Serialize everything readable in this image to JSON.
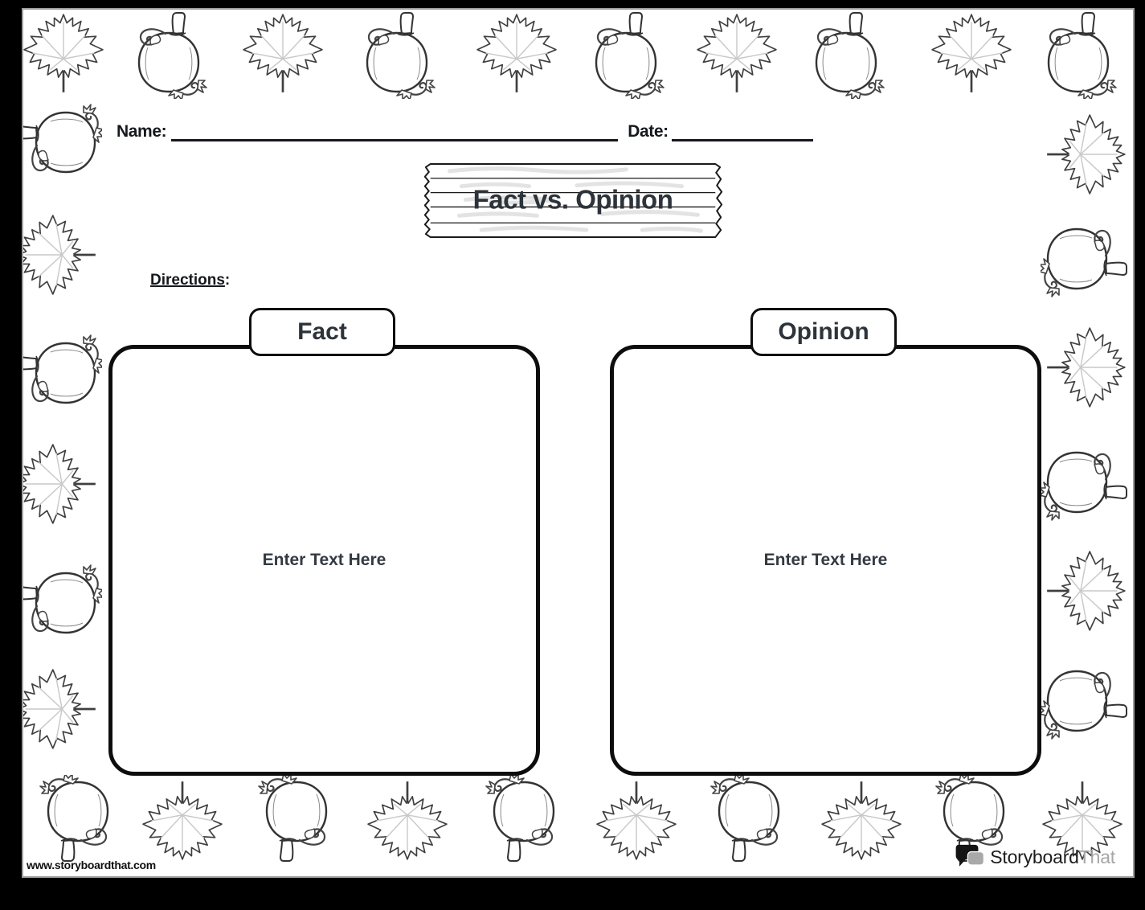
{
  "page": {
    "header": {
      "name_label": "Name:",
      "date_label": "Date:"
    },
    "title": "Fact vs. Opinion",
    "directions_label": "Directions",
    "directions_colon": ":",
    "columns": [
      {
        "id": "fact",
        "label": "Fact",
        "placeholder": "Enter Text Here"
      },
      {
        "id": "opinion",
        "label": "Opinion",
        "placeholder": "Enter Text Here"
      }
    ],
    "footer": {
      "website": "www.storyboardthat.com",
      "brand_black": "Storyboard",
      "brand_gray": "That"
    },
    "border_icons": [
      "maple-leaf-icon",
      "pumpkin-icon"
    ],
    "colors": {
      "ink": "#0d0d0d",
      "text": "#2d333a",
      "leaf_vein": "#c9c9c9",
      "wood_grain": "#e3e3e3",
      "brand_gray": "#a6a6a6"
    }
  }
}
